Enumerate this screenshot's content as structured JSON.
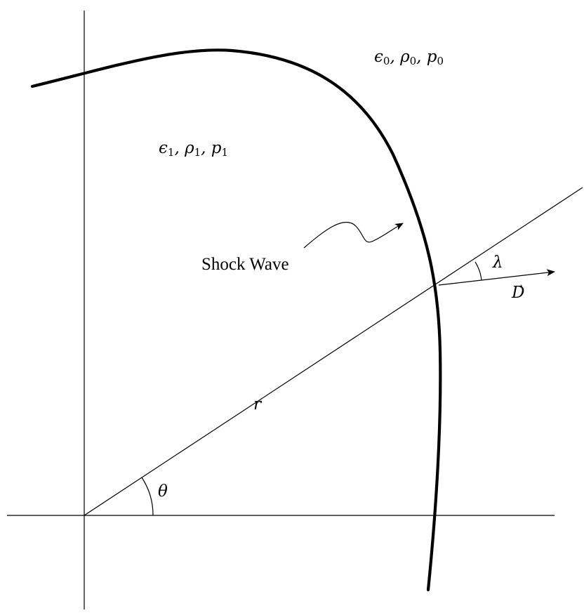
{
  "labels": {
    "upstream_state": {
      "e": "ϵ",
      "e_sub": "0",
      "rho": "ρ",
      "rho_sub": "0",
      "p": "p",
      "p_sub": "0",
      "sep": ","
    },
    "downstream_state": {
      "e": "ϵ",
      "e_sub": "1",
      "rho": "ρ",
      "rho_sub": "1",
      "p": "p",
      "p_sub": "1",
      "sep": ","
    },
    "shock_wave": "Shock Wave",
    "radius": "r",
    "polar_angle": "θ",
    "deflection_angle": "λ",
    "velocity_vector": "D",
    "vector_arrow": "→"
  },
  "colors": {
    "ink": "#000000",
    "background": "#ffffff"
  }
}
